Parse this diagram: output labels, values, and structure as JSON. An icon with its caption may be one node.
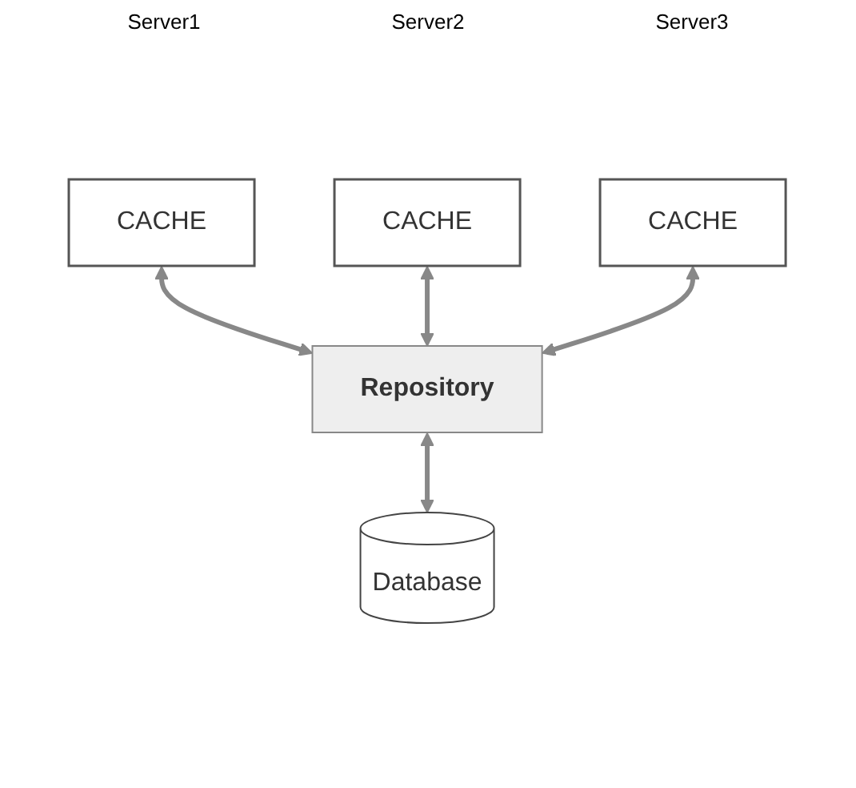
{
  "diagram": {
    "nodes": [
      {
        "text": [
          "CACHE"
        ]
      },
      {
        "text": [
          "CACHE"
        ]
      },
      {
        "text": [
          "CACHE"
        ]
      },
      {
        "text": [
          "Repository"
        ]
      },
      {
        "text": [
          "Database"
        ]
      }
    ],
    "edges": [
      {
        "from": 0,
        "to": 3,
        "arrow": "both"
      },
      {
        "from": 1,
        "to": 3,
        "arrow": "both"
      },
      {
        "from": 2,
        "to": 3,
        "arrow": "both"
      },
      {
        "from": 3,
        "to": 4,
        "arrow": "both"
      }
    ],
    "labels": [
      "Server2",
      "Server1",
      "Server3"
    ]
  }
}
